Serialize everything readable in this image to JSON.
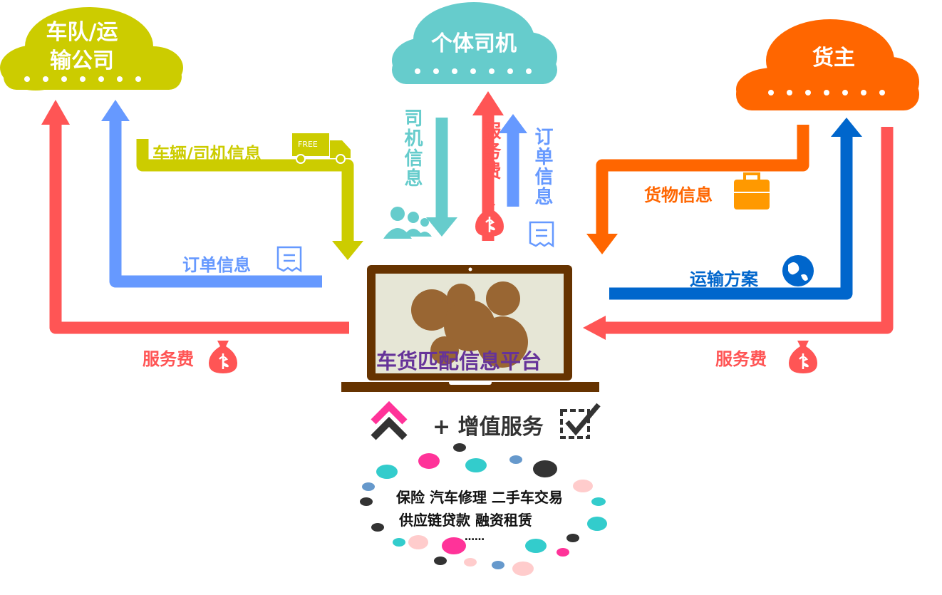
{
  "clouds": {
    "fleet": {
      "line1": "车队/运",
      "line2": "输公司"
    },
    "driver": {
      "label": "个体司机"
    },
    "shipper": {
      "label": "货主"
    }
  },
  "labels": {
    "vehicle_driver_info": "车辆/司机信息",
    "order_info_left": "订单信息",
    "service_fee_left": "服务费",
    "driver_info": "司机信息",
    "service_fee_mid": "服务费",
    "order_info_mid": "订单信息",
    "cargo_info": "货物信息",
    "transport_plan": "运输方案",
    "service_fee_right": "服务费",
    "truck_text": "FREE"
  },
  "platform": {
    "title": "车货匹配信息平台"
  },
  "value_added": {
    "title": "+ 增值服务",
    "row1": "保险  汽车修理   二手车交易",
    "row2": "供应链贷款   融资租赁",
    "more": "……"
  },
  "colors": {
    "fleet": "#cccc00",
    "driver": "#66cccc",
    "shipper": "#ff6600",
    "red": "#ff5555",
    "blue": "#6699ff",
    "darkblue": "#0066cc",
    "purple": "#663399"
  }
}
